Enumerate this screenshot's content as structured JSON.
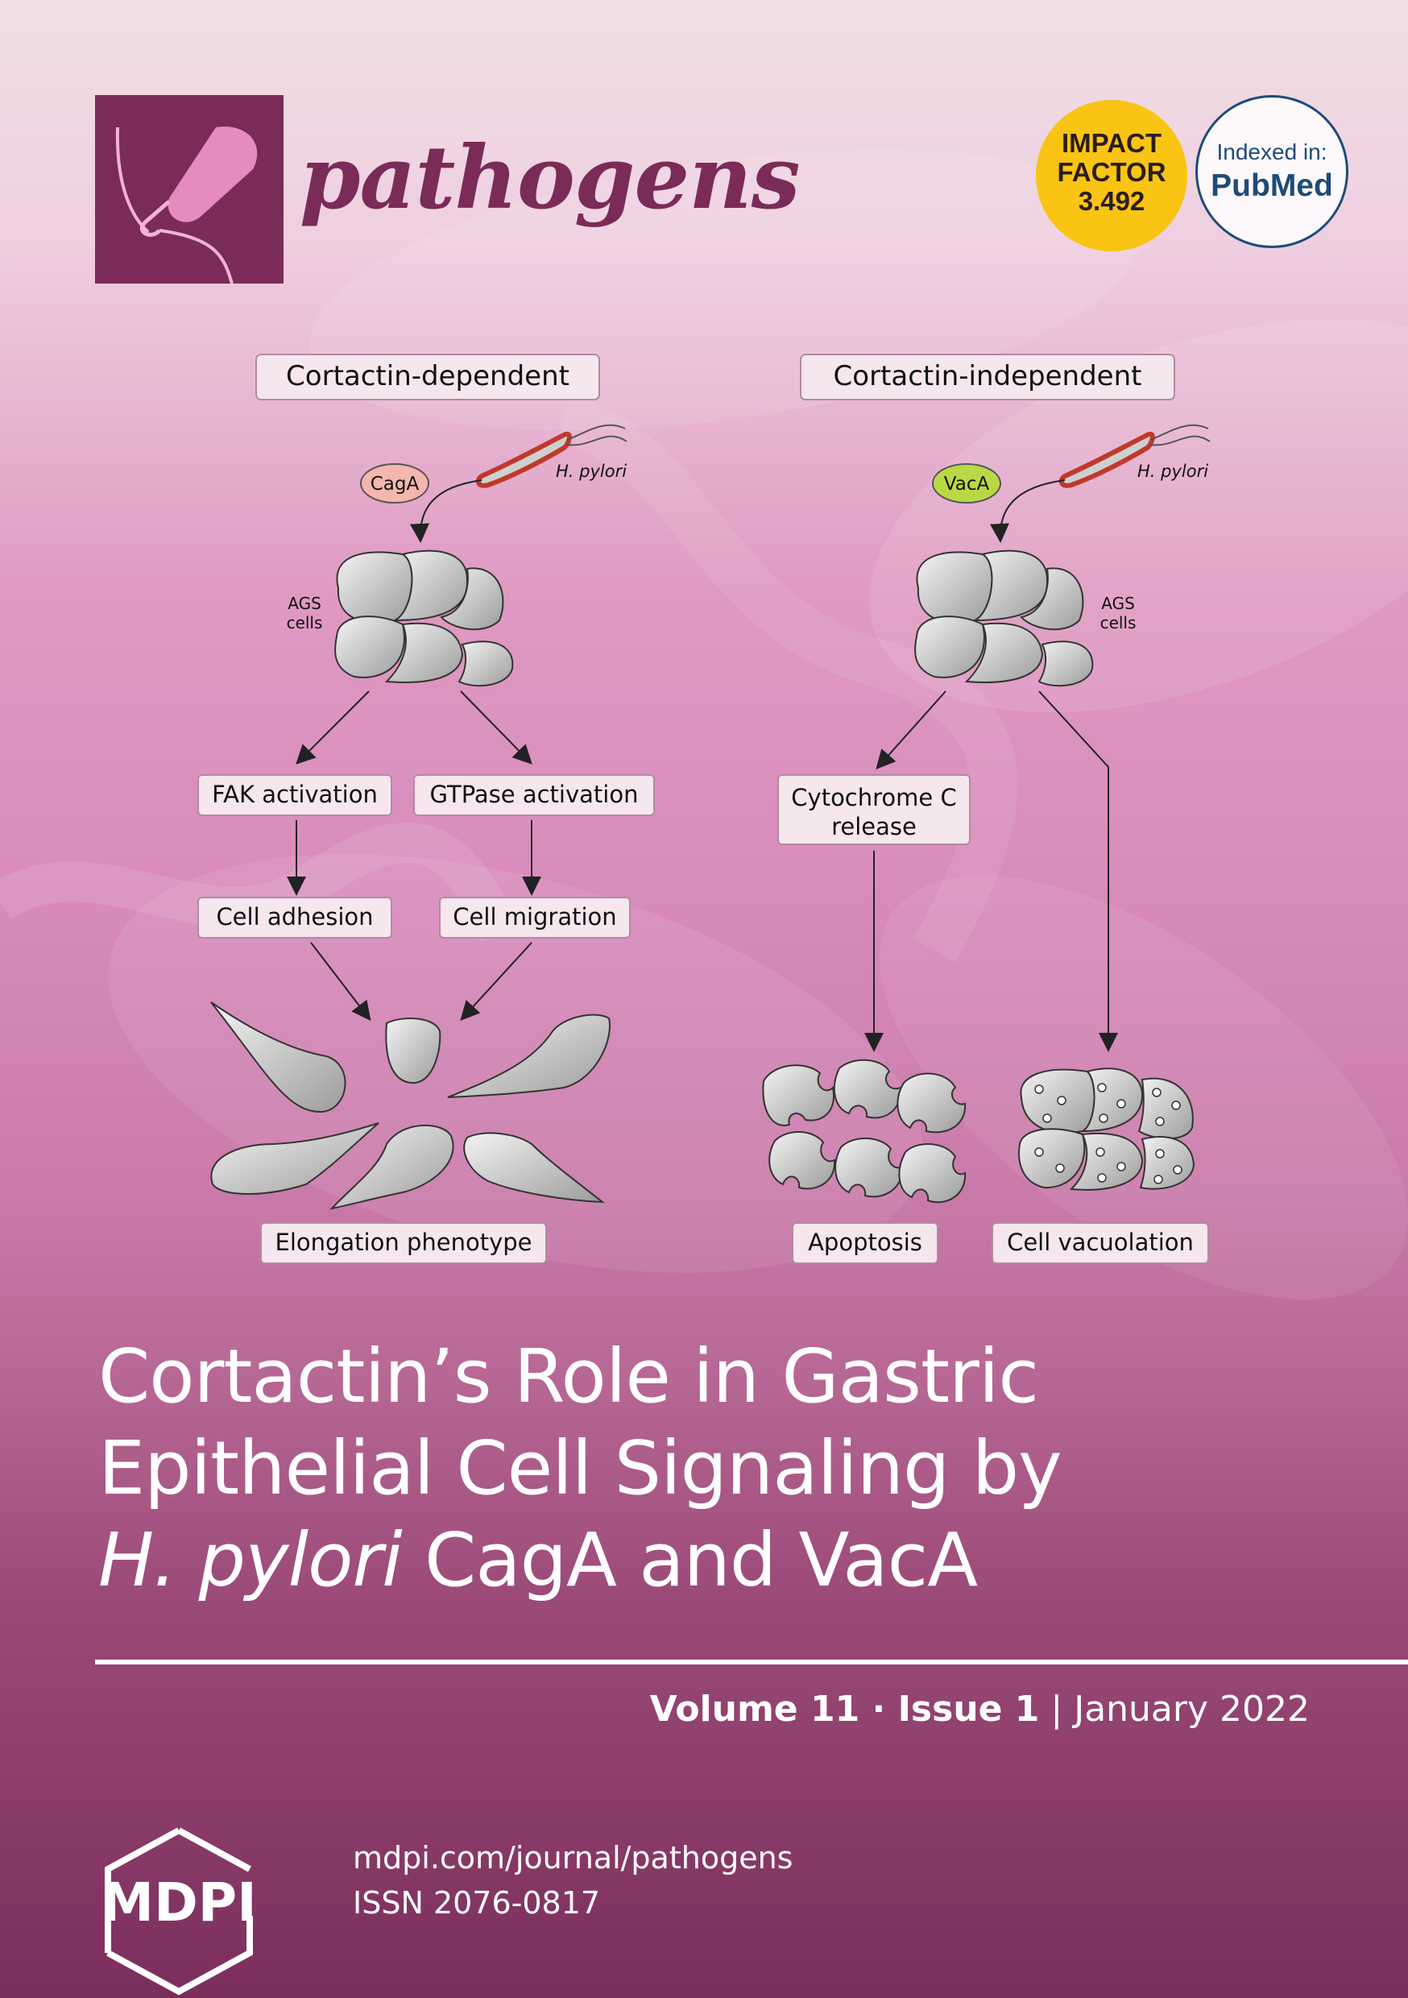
{
  "journal": {
    "name": "pathogens",
    "impact_factor": {
      "line1": "IMPACT",
      "line2": "FACTOR",
      "value": "3.492"
    },
    "indexed": {
      "line1": "Indexed in:",
      "line2": "PubMed"
    }
  },
  "figure": {
    "left_header": "Cortactin-dependent",
    "right_header": "Cortactin-independent",
    "left_toxin": "CagA",
    "right_toxin": "VacA",
    "bacterium_label": "H. pylori",
    "cells_label_line1": "AGS",
    "cells_label_line2": "cells",
    "boxes": {
      "fak": "FAK activation",
      "gtpase": "GTPase activation",
      "adhesion": "Cell adhesion",
      "migration": "Cell migration",
      "cytochrome_line1": "Cytochrome C",
      "cytochrome_line2": "release",
      "elongation": "Elongation phenotype",
      "apoptosis": "Apoptosis",
      "vacuolation": "Cell vacuolation"
    }
  },
  "cover_title": {
    "line1": "Cortactin’s Role in Gastric",
    "line2": "Epithelial Cell Signaling by",
    "line3_italic": "H. pylori",
    "line3_rest": " CagA and VacA"
  },
  "issue": {
    "volume": "Volume 11",
    "separator": " · ",
    "issue": "Issue 1",
    "divider": " | ",
    "date": "January 2022"
  },
  "publisher": {
    "name": "MDPI",
    "url": "mdpi.com/journal/pathogens",
    "issn": "ISSN 2076-0817"
  },
  "colors": {
    "journal_purple": "#7b2b57",
    "impact_yellow": "#f9c414",
    "pubmed_blue": "#1e4b79",
    "box_fill": "#f3d8e4"
  }
}
